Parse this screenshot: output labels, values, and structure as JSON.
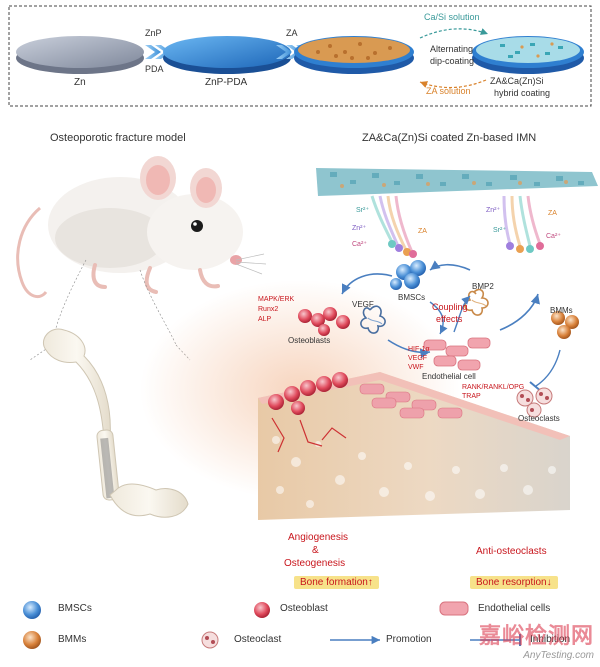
{
  "process": {
    "step_zn": "Zn",
    "arrow1_top": "ZnP",
    "arrow1_bottom": "PDA",
    "step_znp_pda": "ZnP-PDA",
    "arrow2_top": "ZA",
    "casi_solution": "Ca/Si solution",
    "alt_line1": "Alternating",
    "alt_line2": "dip-coating",
    "za_solution": "ZA solution",
    "hybrid_line1": "ZA&Ca(Zn)Si",
    "hybrid_line2": "hybrid coating"
  },
  "left_title": "Osteoporotic fracture model",
  "right_title": "ZA&Ca(Zn)Si coated Zn-based IMN",
  "ions_left": {
    "sr": "Sr²⁺",
    "zn": "Zn²⁺",
    "za": "ZA",
    "ca": "Ca²⁺"
  },
  "ions_right": {
    "zn": "Zn²⁺",
    "za": "ZA",
    "sr": "Sr²⁺",
    "ca": "Ca²⁺"
  },
  "cells": {
    "bmscs": "BMSCs",
    "vegf": "VEGF",
    "bmp2": "BMP2",
    "coupling1": "Coupling",
    "coupling2": "effects",
    "bmms": "BMMs",
    "osteoblasts": "Osteoblasts",
    "endothelial": "Endothelial cell",
    "osteoclasts": "Osteoclasts",
    "ob_markers": [
      "MAPK/ERK",
      "Runx2",
      "ALP"
    ],
    "ec_markers": [
      "HIF-1α",
      "VEGF",
      "VWF"
    ],
    "oc_markers": [
      "RANK/RANKL/OPG",
      "TRAP"
    ]
  },
  "outcomes": {
    "angio": "Angiogenesis",
    "amp": "&",
    "osteo": "Osteogenesis",
    "bone_formation": "Bone formation↑",
    "anti": "Anti-osteoclasts",
    "bone_resorption": "Bone resorption↓"
  },
  "legend": {
    "bmscs": "BMSCs",
    "osteoblast": "Osteoblast",
    "endothelial": "Endothelial cells",
    "bmms": "BMMs",
    "osteoclast": "Osteoclast",
    "promotion": "Promotion",
    "inhibition": "Inhibition"
  },
  "watermark": {
    "cn": "嘉峪检测网",
    "url": "AnyTesting.com"
  },
  "colors": {
    "red_text": "#c8161d",
    "orange_text": "#d9822b",
    "teal": "#3a9a9a",
    "promotion_arrow": "#4a7fc0",
    "highlight": "#f7e28a",
    "disc_blue": "#2f7fd0",
    "disc_gray": "#9aa3b5"
  }
}
